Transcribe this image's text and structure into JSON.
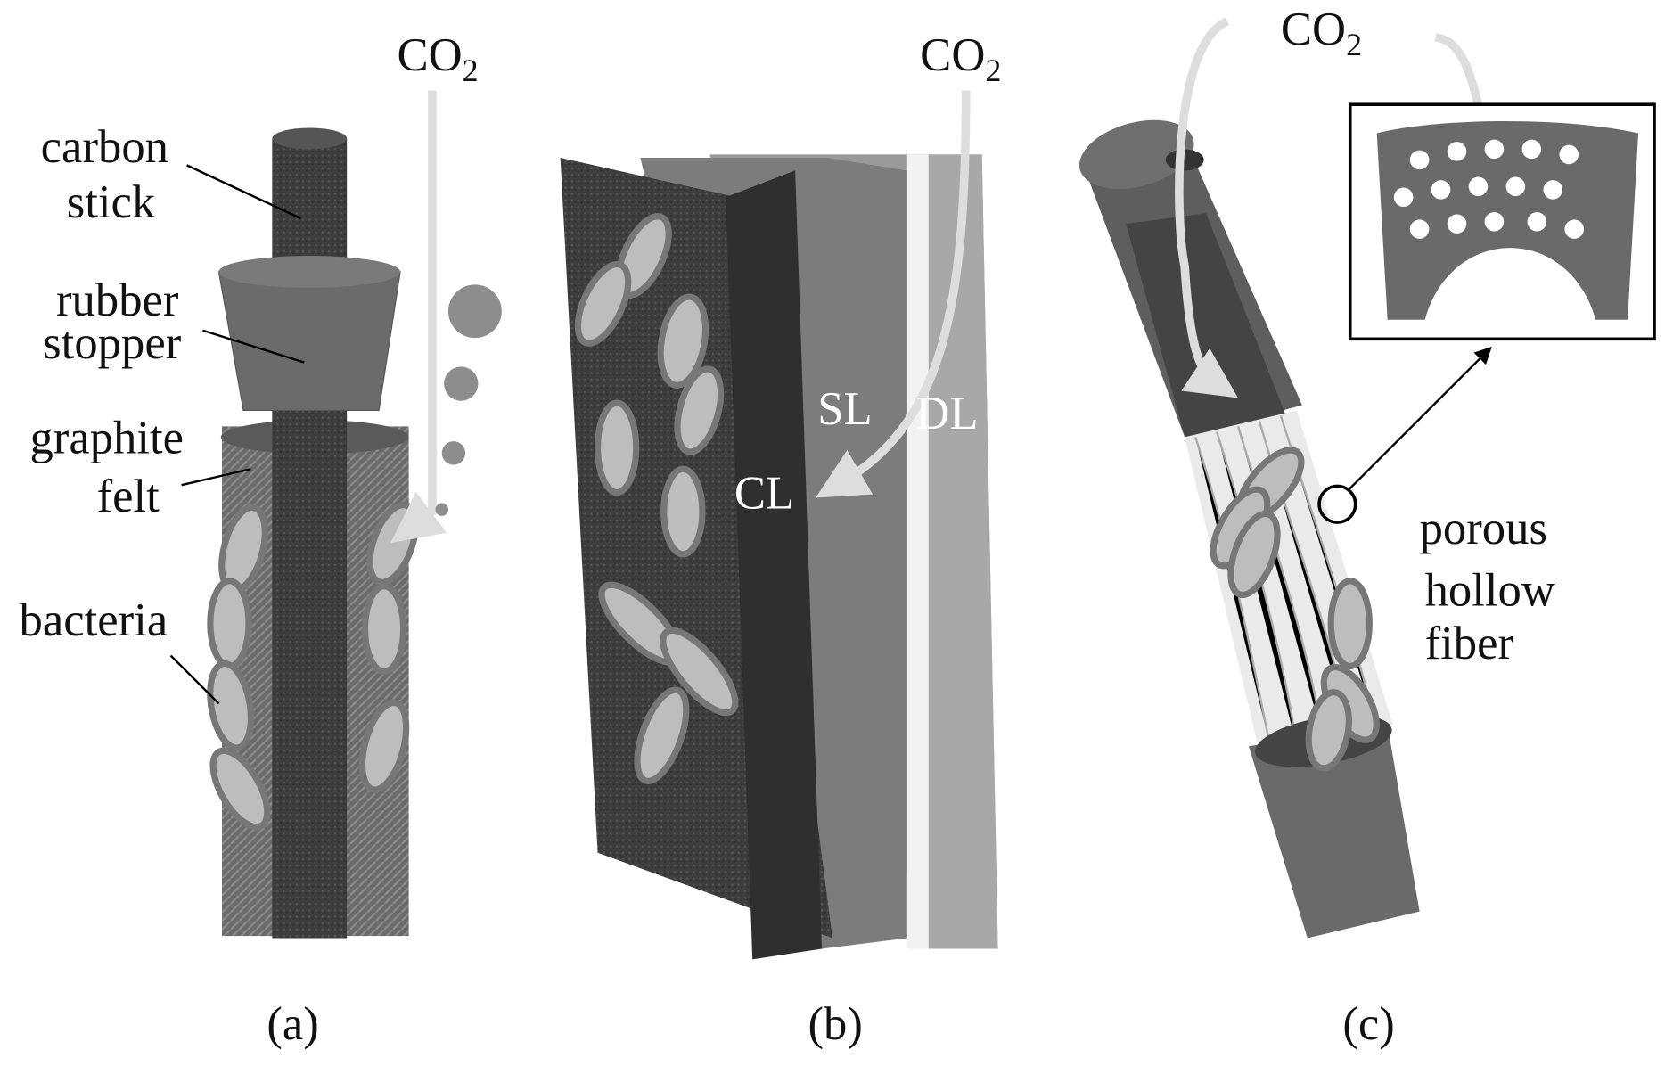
{
  "panel_a": {
    "co2": {
      "main": "CO",
      "sub": "2"
    },
    "labels": {
      "carbon_stick": [
        "carbon",
        "stick"
      ],
      "rubber_stopper": [
        "rubber",
        "stopper"
      ],
      "graphite_felt": [
        "graphite",
        "felt"
      ],
      "bacteria": "bacteria"
    },
    "caption": "(a)"
  },
  "panel_b": {
    "co2": {
      "main": "CO",
      "sub": "2"
    },
    "layers": {
      "sl": "SL",
      "dl": "DL",
      "cl": "CL"
    },
    "caption": "(b)"
  },
  "panel_c": {
    "co2": {
      "main": "CO",
      "sub": "2"
    },
    "labels": {
      "porous_hollow_fiber": [
        "porous",
        "hollow",
        "fiber"
      ]
    },
    "caption": "(c)"
  },
  "colors": {
    "dark": "#4a4a4a",
    "mid": "#777777",
    "light": "#c8c8c8",
    "bacteria": "#bdbdbd",
    "arrow": "#dcdcdc"
  }
}
